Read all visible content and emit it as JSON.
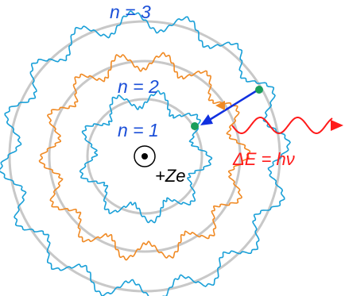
{
  "labels": {
    "n3": "n = 3",
    "n2": "n = 2",
    "n1": "n = 1",
    "nucleus": "+Ze",
    "photon": "ΔE = hν"
  },
  "orbits": [
    {
      "n": 1,
      "color": "#1b4fd8",
      "wave_color": "#1aa0d8"
    },
    {
      "n": 2,
      "color": "#1b4fd8",
      "wave_color": "#f08a24"
    },
    {
      "n": 3,
      "color": "#1b4fd8",
      "wave_color": "#1aa0d8"
    }
  ],
  "colors": {
    "orbit_circle": "#c8c8c8",
    "electron": "#1a9e5a",
    "transition_arrow": "#1030e0",
    "photon": "#ff1a1a",
    "nucleus": "#000000"
  }
}
